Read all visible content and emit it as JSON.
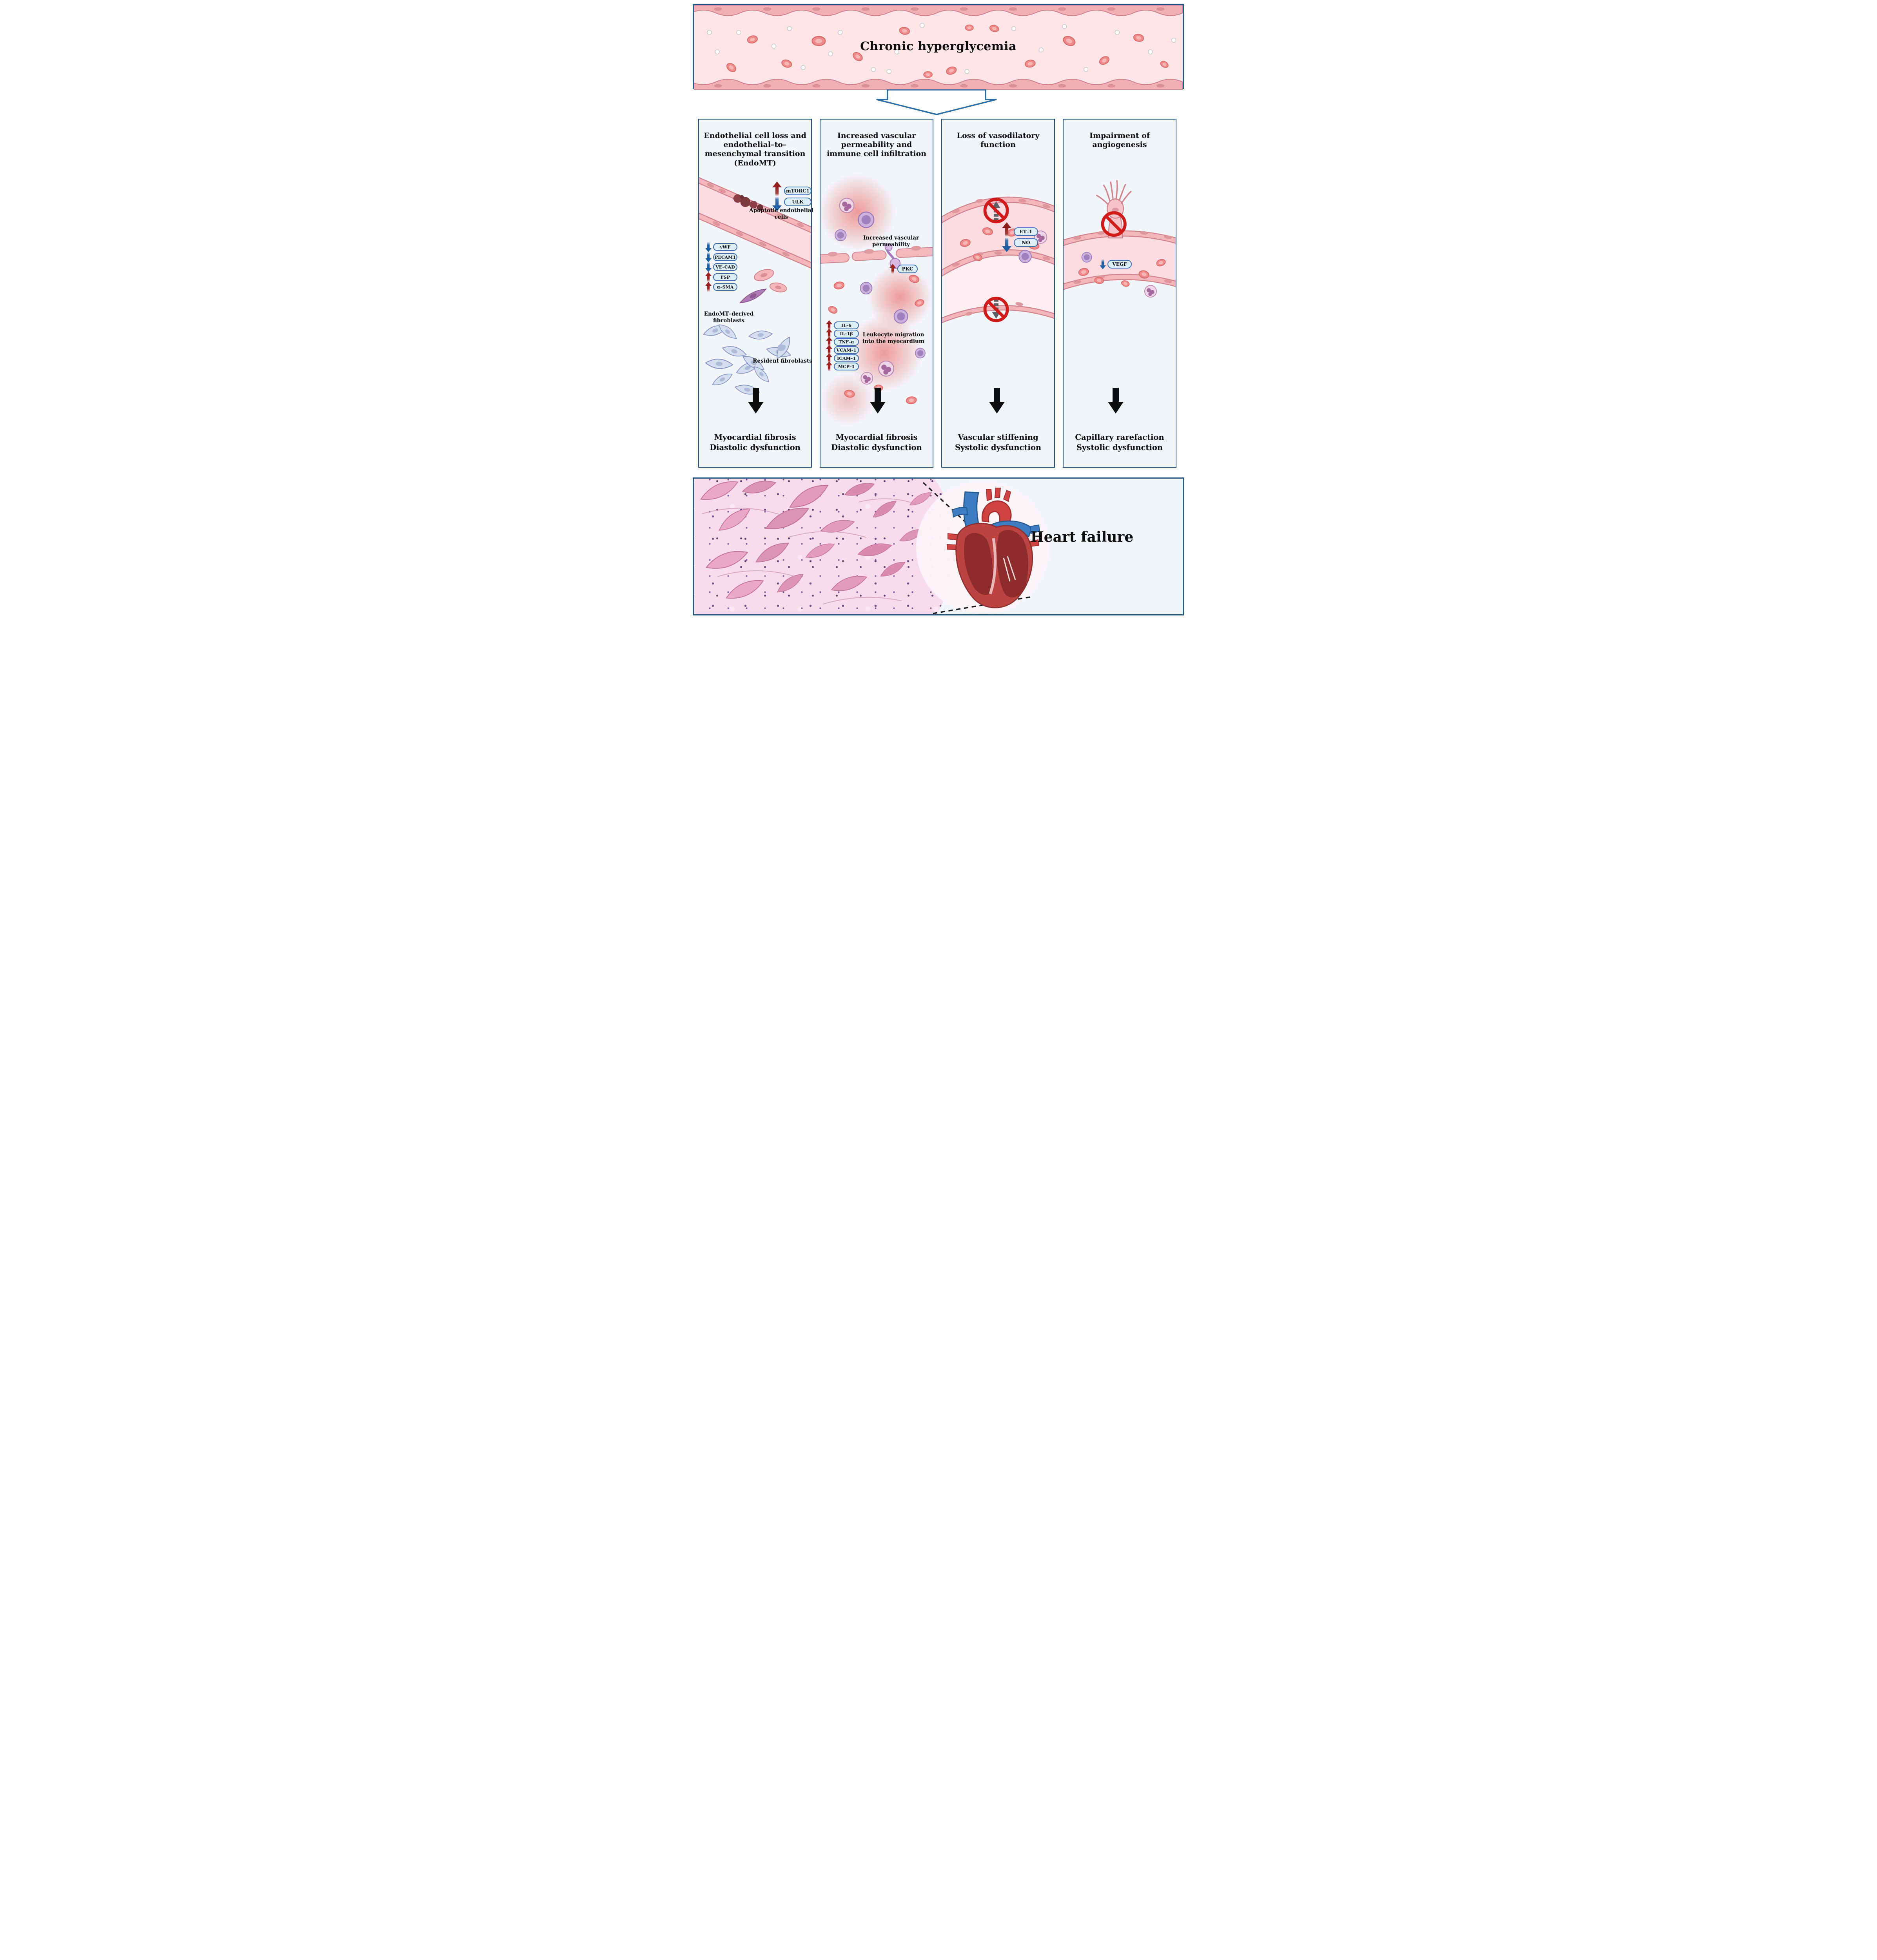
{
  "banner": {
    "title": "Chronic hyperglycemia"
  },
  "columns": [
    {
      "title": "Endothelial cell loss and endothelial–to–mesenchymal transition (EndoMT)",
      "regulators": [
        {
          "label": "mTORC1",
          "direction": "up"
        },
        {
          "label": "ULK",
          "direction": "down"
        }
      ],
      "captions": {
        "apoptotic": "Apoptotic endothelial cells",
        "endomt": "EndoMT–derived fibroblasts",
        "resident": "Resident fibroblasts"
      },
      "badges": [
        {
          "label": "vWF",
          "direction": "down"
        },
        {
          "label": "PECAM1",
          "direction": "down"
        },
        {
          "label": "VE–CAD",
          "direction": "down"
        },
        {
          "label": "FSP",
          "direction": "up"
        },
        {
          "label": "α–SMA",
          "direction": "up"
        }
      ],
      "outcome": [
        "Myocardial fibrosis",
        "Diastolic dysfunction"
      ]
    },
    {
      "title": "Increased vascular permeability and immune cell infiltration",
      "captions": {
        "permeability": "Increased vascular permeability",
        "leukocyte": "Leukocyte migration into the myocardium"
      },
      "kinase": {
        "label": "PKC",
        "direction": "up"
      },
      "badges": [
        {
          "label": "IL–6",
          "direction": "up"
        },
        {
          "label": "IL–1β",
          "direction": "up"
        },
        {
          "label": "TNF–α",
          "direction": "up"
        },
        {
          "label": "VCAM–1",
          "direction": "up"
        },
        {
          "label": "ICAM–1",
          "direction": "up"
        },
        {
          "label": "MCP–1",
          "direction": "up"
        }
      ],
      "outcome": [
        "Myocardial fibrosis",
        "Diastolic dysfunction"
      ]
    },
    {
      "title": "Loss of vasodilatory function",
      "regulators": [
        {
          "label": "ET–1",
          "direction": "up"
        },
        {
          "label": "NO",
          "direction": "down"
        }
      ],
      "outcome": [
        "Vascular stiffening",
        "Systolic dysfunction"
      ]
    },
    {
      "title": "Impairment of angiogenesis",
      "growth_factor": {
        "label": "VEGF",
        "direction": "down"
      },
      "outcome": [
        "Capillary rarefaction",
        "Systolic dysfunction"
      ]
    }
  ],
  "footer": {
    "title": "Heart failure"
  },
  "colors": {
    "frame_blue": "#24598c",
    "panel_bg": "#f2f6fb",
    "vessel_pink": "#fde4e7",
    "pill_fill": "#ddeff6",
    "pill_border": "#3f6db5",
    "up_red": "#9c2222",
    "down_blue": "#1e5fa8",
    "prohibition_red": "#d01b1b"
  }
}
